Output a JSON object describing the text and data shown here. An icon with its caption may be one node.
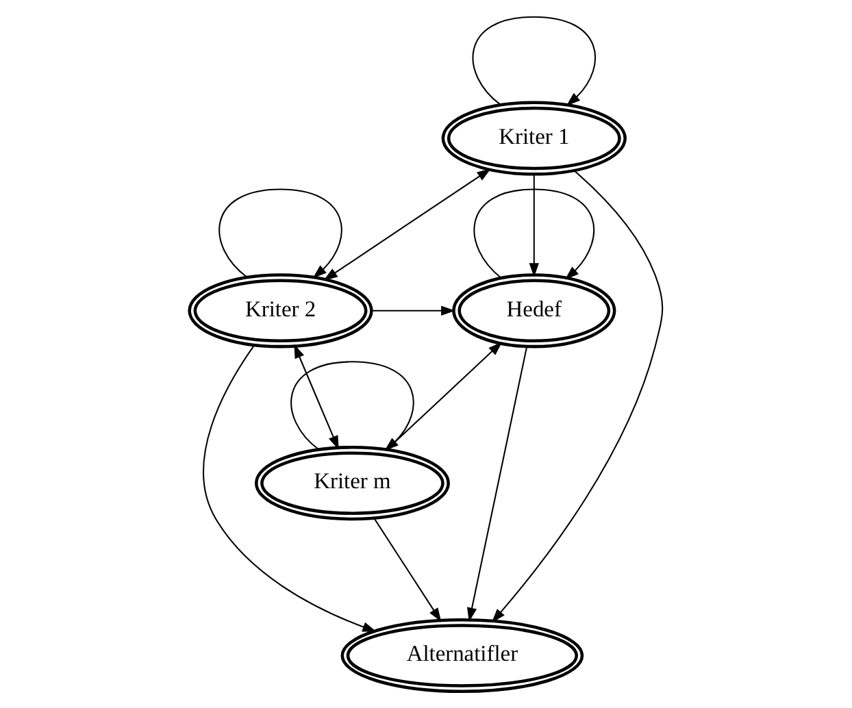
{
  "diagram": {
    "nodes": [
      {
        "text": [
          "Kriter 1"
        ]
      },
      {
        "text": [
          "Hedef"
        ]
      },
      {
        "text": [
          "Kriter 2"
        ]
      },
      {
        "text": [
          "Kriter m"
        ]
      },
      {
        "text": [
          "Alternatifler"
        ]
      }
    ],
    "edges": [
      {
        "from": 0,
        "to": 0,
        "arrow": "to"
      },
      {
        "from": 0,
        "to": 1,
        "arrow": "to"
      },
      {
        "from": 0,
        "to": 4,
        "arrow": "to"
      },
      {
        "from": 0,
        "to": 2,
        "arrow": "both"
      },
      {
        "from": 1,
        "to": 1,
        "arrow": "to"
      },
      {
        "from": 2,
        "to": 2,
        "arrow": "to"
      },
      {
        "from": 2,
        "to": 1,
        "arrow": "to"
      },
      {
        "from": 2,
        "to": 4,
        "arrow": "to"
      },
      {
        "from": 2,
        "to": 3,
        "arrow": "both"
      },
      {
        "from": 3,
        "to": 3,
        "arrow": "to"
      },
      {
        "from": 3,
        "to": 1,
        "arrow": "to"
      },
      {
        "from": 3,
        "to": 4,
        "arrow": "to"
      },
      {
        "from": 1,
        "to": 4,
        "arrow": "to"
      }
    ]
  }
}
